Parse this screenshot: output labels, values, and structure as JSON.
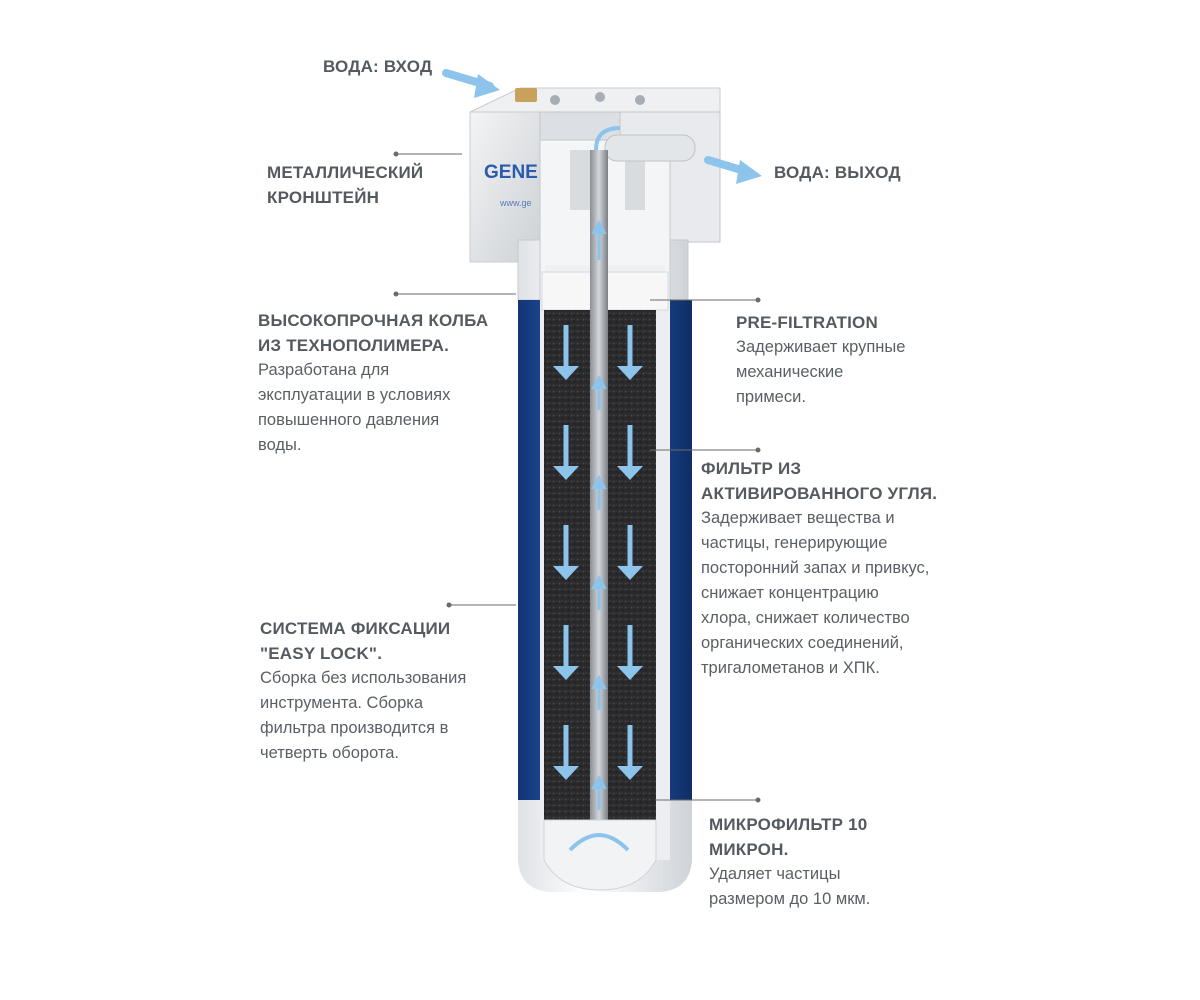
{
  "brand": {
    "logo_text": "GENE",
    "site_text": "www.ge"
  },
  "labels": {
    "water_in": "ВОДА: ВХОД",
    "water_out": "ВОДА: ВЫХОД",
    "bracket": {
      "title": "МЕТАЛЛИЧЕСКИЙ\nКРОНШТЕЙН"
    },
    "housing": {
      "title": "ВЫСОКОПРОЧНАЯ КОЛБА\nИЗ ТЕХНОПОЛИМЕРА.",
      "text": "Разработана для\nэксплуатации в условиях\nповышенного давления\nводы."
    },
    "easylock": {
      "title": "СИСТЕМА ФИКСАЦИИ\n\"EASY LOCK\".",
      "text": "Сборка без использования\nинструмента. Сборка\nфильтра производится в\nчетверть оборота."
    },
    "prefiltration": {
      "title": "PRE-FILTRATION",
      "text": "Задерживает крупные\nмеханические\nпримеси."
    },
    "carbon": {
      "title": "ФИЛЬТР ИЗ\nАКТИВИРОВАННОГО УГЛЯ.",
      "text": "Задерживает вещества и\nчастицы, генерирующие\nпосторонний запах и привкус,\nснижает концентрацию\nхлора, снижает количество\nорганических соединений,\nтригалометанов и ХПК."
    },
    "microfilter": {
      "title": "МИКРОФИЛЬТР 10\nМИКРОН.",
      "text": "Удаляет частицы\nразмером до 10 мкм."
    }
  },
  "colors": {
    "housing_blue": "#1f4e9a",
    "housing_blue_dark": "#123575",
    "flow_arrow": "#8cc4ec",
    "carbon": "#2c2c2e",
    "bracket": "#e6e8ea",
    "text": "#555a60",
    "leader_line": "#6a6a6a"
  },
  "icons": [
    "water-in-arrow-icon",
    "water-out-arrow-icon",
    "flow-down-arrow-icon",
    "flow-up-arrow-icon"
  ]
}
